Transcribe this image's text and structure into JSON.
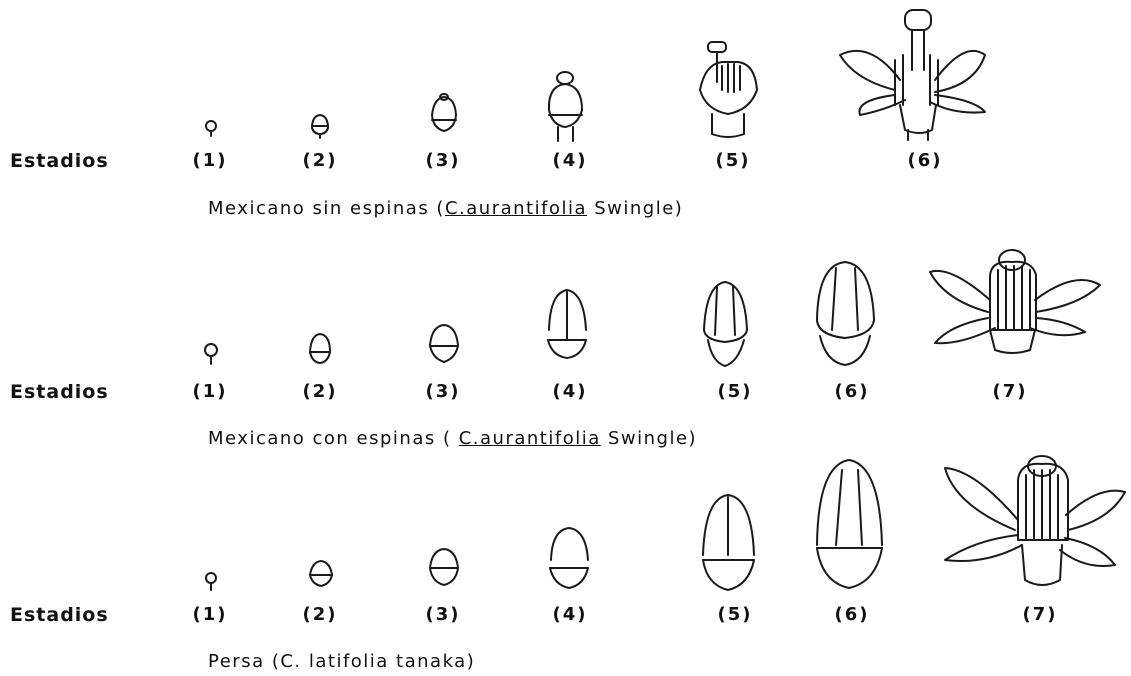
{
  "rows": [
    {
      "label": "Estadios",
      "stages": [
        "(1)",
        "(2)",
        "(3)",
        "(4)",
        "(5)",
        "(6)"
      ],
      "caption_prefix": "Mexicano  sin espinas (",
      "caption_genus": "C.",
      "caption_species": "aurantifolia",
      "caption_suffix": " Swingle)"
    },
    {
      "label": "Estadios",
      "stages": [
        "(1)",
        "(2)",
        "(3)",
        "(4)",
        "(5)",
        "(6)",
        "(7)"
      ],
      "caption_prefix": "Mexicano con espinas ( ",
      "caption_genus": "C.",
      "caption_species": "aurantifolia",
      "caption_suffix": " Swingle)"
    },
    {
      "label": "Estadios",
      "stages": [
        "(1)",
        "(2)",
        "(3)",
        "(4)",
        "(5)",
        "(6)",
        "(7)"
      ],
      "caption_full": "Persa  (C. latifolia  tanaka)"
    }
  ]
}
